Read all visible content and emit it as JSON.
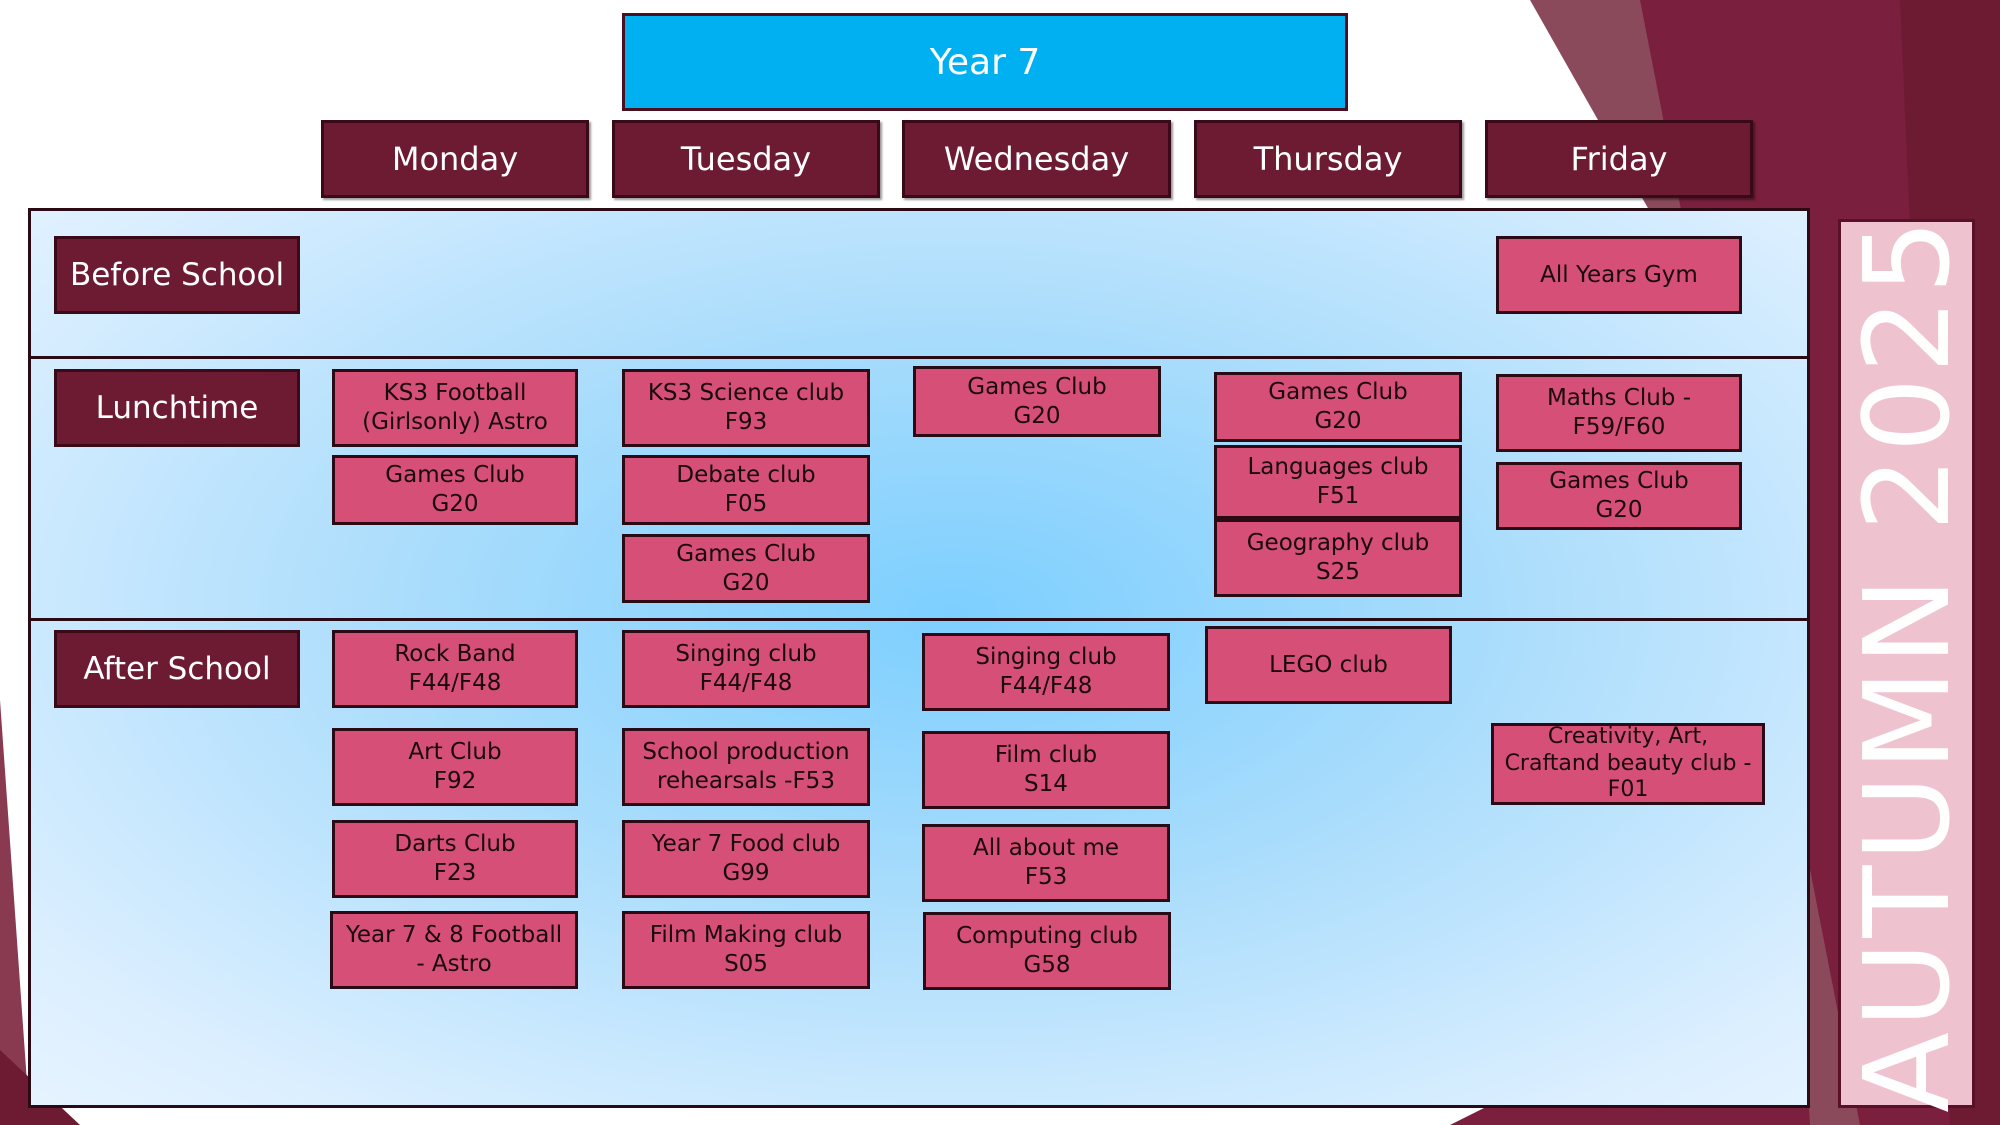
{
  "header": {
    "title": "Year 7"
  },
  "days": [
    "Monday",
    "Tuesday",
    "Wednesday",
    "Thursday",
    "Friday"
  ],
  "rows": [
    "Before School",
    "Lunchtime",
    "After School"
  ],
  "term_label": "AUTUMN 2025",
  "colors": {
    "title_bg": "#00b0f0",
    "maroon": "#6d1a33",
    "club_pink": "#d64f76",
    "term_bg": "#efc2d0"
  },
  "clubs": {
    "before_school": {
      "friday": [
        "All Years Gym"
      ]
    },
    "lunchtime": {
      "monday": [
        "KS3 Football\n(Girlsonly) Astro",
        "Games Club\nG20"
      ],
      "tuesday": [
        "KS3 Science club\nF93",
        "Debate club\nF05",
        "Games Club\nG20"
      ],
      "wednesday": [
        "Games Club\nG20"
      ],
      "thursday": [
        "Games Club\nG20",
        "Languages club\nF51",
        "Geography club\nS25"
      ],
      "friday": [
        "Maths Club -\nF59/F60",
        "Games Club\nG20"
      ]
    },
    "after_school": {
      "monday": [
        "Rock Band\nF44/F48",
        "Art Club\nF92",
        "Darts Club\nF23",
        "Year 7 & 8 Football\n- Astro"
      ],
      "tuesday": [
        "Singing club\nF44/F48",
        "School production\nrehearsals -F53",
        "Year 7 Food club\nG99",
        "Film Making club\nS05"
      ],
      "wednesday": [
        "Singing club\nF44/F48",
        "Film club\nS14",
        "All about me\nF53",
        "Computing club\nG58"
      ],
      "thursday": [
        "LEGO club"
      ],
      "friday": [
        "Creativity, Art,\nCraftand beauty club -\nF01"
      ]
    }
  }
}
